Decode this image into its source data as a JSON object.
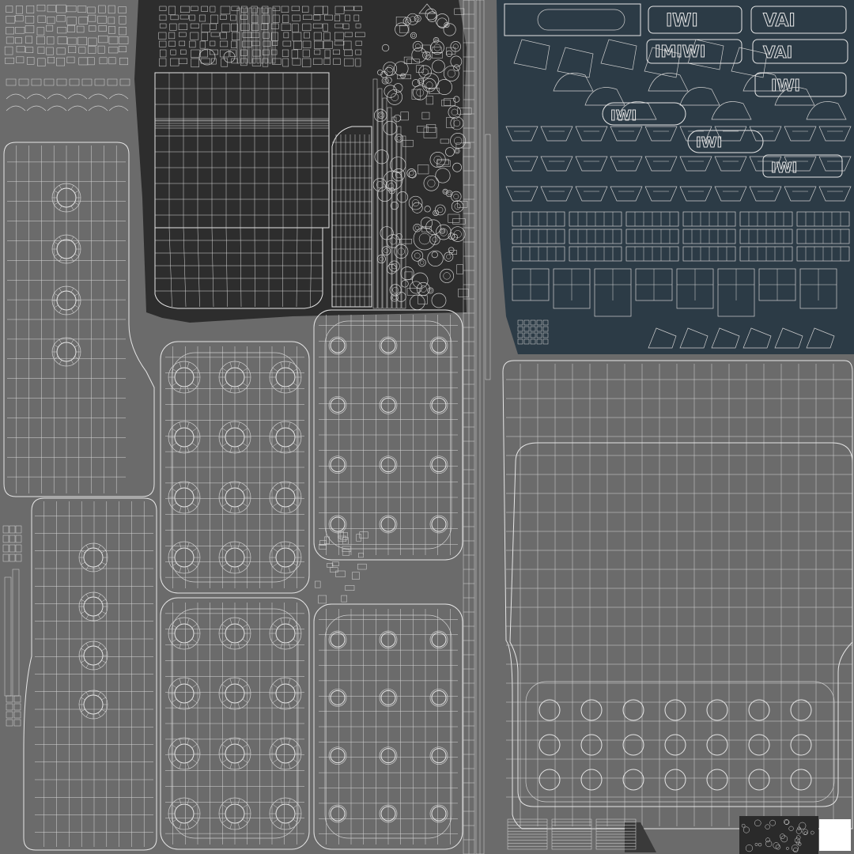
{
  "sheet": {
    "kind": "uv-layout",
    "background_color": "#6b6b6b",
    "dark_island_color": "#2a2a2a",
    "blue_panel_color": "#2c3b46",
    "wire_color": "#e6e6e6"
  },
  "logos": {
    "text_a": "IWI",
    "text_b": "VAI",
    "text_c": "IMIWI"
  },
  "pads": {
    "large_pad_hole_rows": 4,
    "large_pad_hole_cols": 3,
    "medium_pad_hole_rows": 4,
    "medium_pad_hole_cols": 3,
    "long_pad_holes": 4,
    "big_mat_hole_rows": 3,
    "big_mat_hole_cols": 7
  },
  "icons": {
    "swatch_1": "white-swatch-icon"
  }
}
